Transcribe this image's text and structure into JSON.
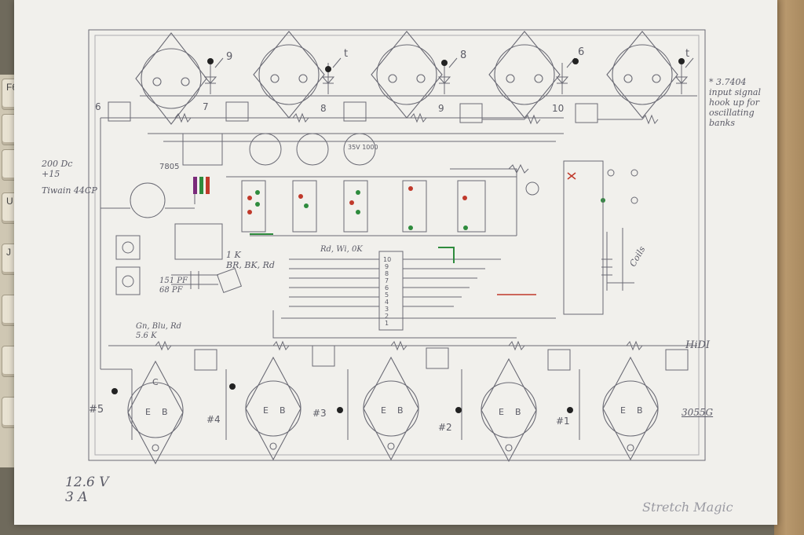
{
  "notes": {
    "ic_note_line1": "* 3.7404",
    "ic_note_line2": "input signal",
    "ic_note_line3": "hook up for",
    "ic_note_line4": "oscillating",
    "ic_note_line5": "banks",
    "power_in_line1": "200 Dc",
    "power_in_line2": "+15",
    "power_in_line3": "Tiwain 44CP",
    "resistor_1k_line1": "1 K",
    "resistor_1k_line2": "BR, BK, Rd",
    "cap_line1": "151 PF",
    "cap_line2": "68 PF",
    "res_bank_label": "Rd, Wi, 0K",
    "res_56k_line1": "Gn, Blu, Rd",
    "res_56k_line2": "5.6 K",
    "hi_di_label": "HiDI",
    "transistor_label": "3055G",
    "coils_label": "Coils",
    "supply_line1": "12.6 V",
    "supply_line2": "3 A",
    "title": "Stretch Magic",
    "regulator_label": "7805",
    "cap_top_label": "35V 1000"
  },
  "top_channels": {
    "numbers": [
      "6",
      "7",
      "8",
      "9",
      "10"
    ],
    "arrows": [
      "9",
      "t",
      "8",
      "6",
      "t"
    ]
  },
  "bottom_channels": {
    "labels": [
      "#5",
      "#4",
      "#3",
      "#2",
      "#1"
    ]
  },
  "chip_pins": [
    "10",
    "9",
    "8",
    "7",
    "6",
    "5",
    "4",
    "3",
    "2",
    "1"
  ],
  "transistor_pins": {
    "emitter": "E",
    "base": "B",
    "collector": "C"
  },
  "keyboard_keys": [
    "F6",
    "",
    "",
    "U",
    "J",
    "",
    "",
    ""
  ],
  "colors": {
    "pencil": "#55555f",
    "paper": "#f1f0ec",
    "red_wire": "#c0392b",
    "green_wire": "#2e8b3d",
    "purple_wire": "#7a2a7a",
    "ink_dot": "#222222"
  }
}
